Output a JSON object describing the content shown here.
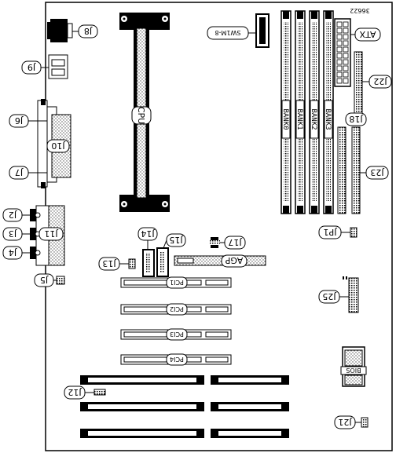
{
  "part_number": "36622",
  "connectors": {
    "j8": "J8",
    "j9": "J9",
    "j6": "J6",
    "j10": "J10",
    "j7": "J7",
    "j11": "J11",
    "j2": "J2",
    "j3": "J3",
    "j4": "J4",
    "j5": "J5",
    "j12": "J12",
    "j13": "J13",
    "j14": "J14",
    "j15": "J15",
    "j17": "J17",
    "jp1": "JP1",
    "j25": "J25",
    "j21": "J21",
    "j22": "J22",
    "j18": "J18",
    "j23": "J23",
    "atx": "ATX",
    "sw1": "SW1M-8"
  },
  "cpu_label": "CPU",
  "agp_label": "AGP",
  "pci_slots": [
    "PCI1",
    "PCI2",
    "PCI3",
    "PCI4"
  ],
  "bios_label": "BIOS",
  "banks": [
    {
      "word": "BANK",
      "num": "0"
    },
    {
      "word": "BANK",
      "num": "1"
    },
    {
      "word": "BANK",
      "num": "2"
    },
    {
      "word": "BANK",
      "num": "3"
    }
  ]
}
